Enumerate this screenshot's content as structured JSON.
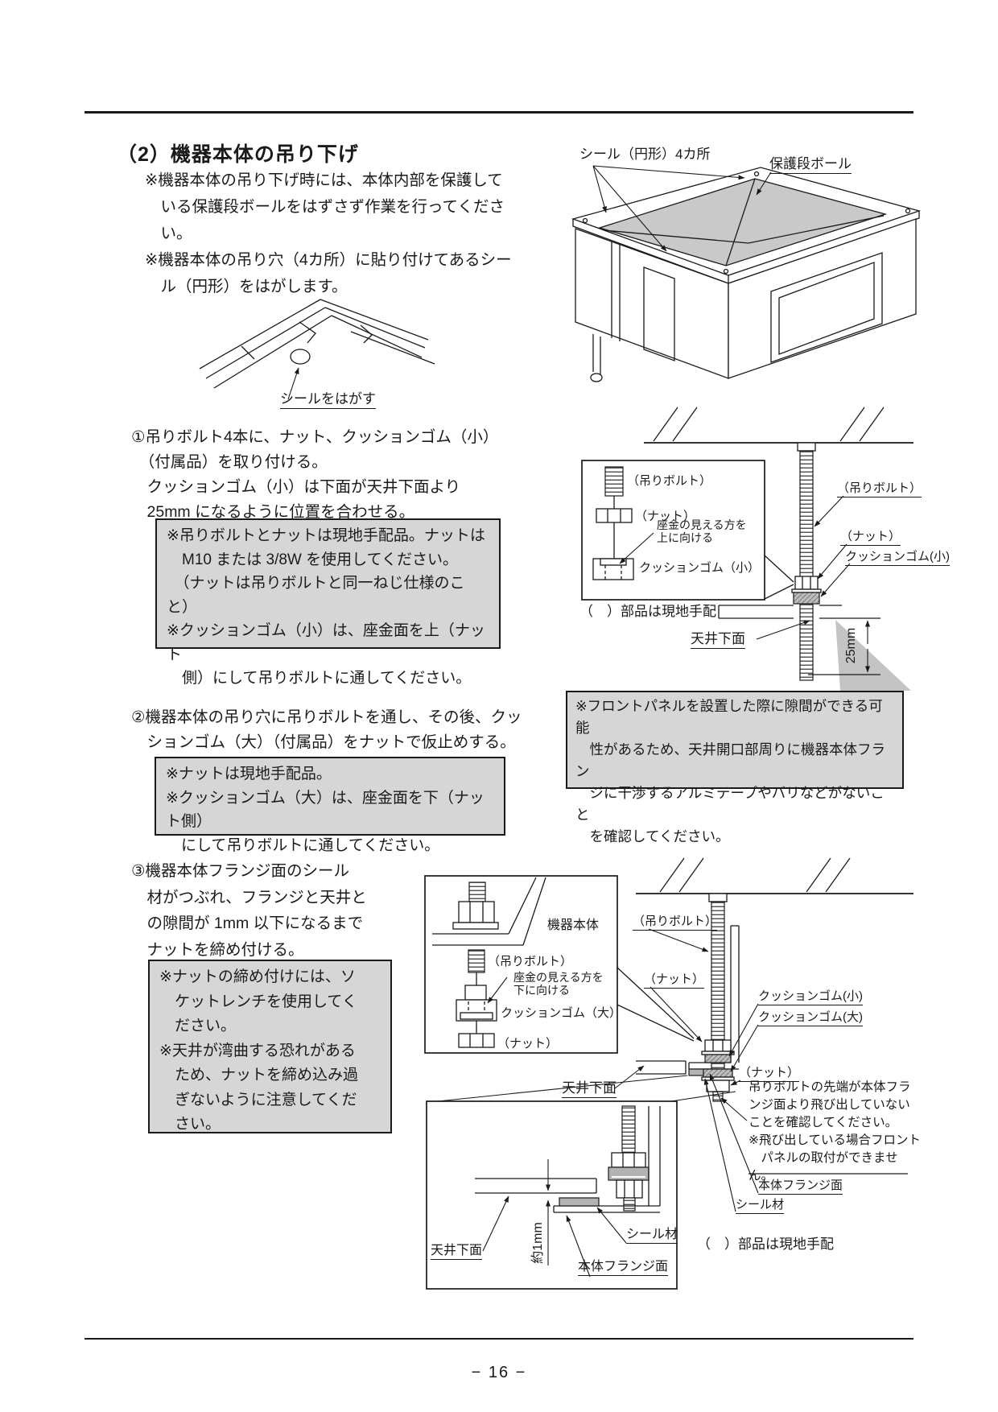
{
  "page": {
    "heading": "（2）機器本体の吊り下げ",
    "intro": "※機器本体の吊り下げ時には、本体内部を保護して\n　いる保護段ボールをはずさず作業を行ってくださ\n　い。\n※機器本体の吊り穴（4カ所）に貼り付けてあるシー\n　ル（円形）をはがします。",
    "page_number": "− 16 −"
  },
  "steps": {
    "step1": {
      "text": "①吊りボルト4本に、ナット、クッションゴム（小）\n　（付属品）を取り付ける。\n　クッションゴム（小）は下面が天井下面より\n　25mm になるように位置を合わせる。",
      "note": "※吊りボルトとナットは現地手配品。ナットは\n　M10 または 3/8W を使用してください。\n　（ナットは吊りボルトと同一ねじ仕様のこと）\n※クッションゴム（小）は、座金面を上（ナット\n　側）にして吊りボルトに通してください。"
    },
    "step2": {
      "text": "②機器本体の吊り穴に吊りボルトを通し、その後、クッ\n　ションゴム（大）（付属品）をナットで仮止めする。",
      "note": "※ナットは現地手配品。\n※クッションゴム（大）は、座金面を下（ナット側）\n　にして吊りボルトに通してください。"
    },
    "step3": {
      "text": "③機器本体フランジ面のシール\n　材がつぶれ、フランジと天井と\n　の隙間が 1mm 以下になるまで\n　ナットを締め付ける。",
      "note": "※ナットの締め付けには、ソ\n　ケットレンチを使用してく\n　ださい。\n※天井が湾曲する恐れがある\n　ため、ナットを締め込み過\n　ぎないように注意してくだ\n　さい。"
    }
  },
  "warning_note": "※フロントパネルを設置した際に隙間ができる可能\n　性があるため、天井開口部周りに機器本体フラン\n　ジに干渉するアルミテープやバリなどがないこと\n　を確認してください。",
  "fig_unit": {
    "seal_label": "シール（円形）4カ所",
    "cardboard_label": "保護段ボール"
  },
  "fig_peel": {
    "label": "シールをはがす"
  },
  "fig_step1_box": {
    "bolt": "（吊りボルト）",
    "nut": "（ナット）",
    "washer_note": "座金の見える方を\n上に向ける",
    "cushion_small": "クッションゴム（小）",
    "parts_note": "（　）部品は現地手配"
  },
  "fig_step1": {
    "bolt": "（吊りボルト）",
    "nut": "（ナット）",
    "cushion_small": "クッションゴム(小)",
    "ceiling": "天井下面",
    "dim": "25mm"
  },
  "fig_step3_box": {
    "unit": "機器本体",
    "bolt": "（吊りボルト）",
    "washer_note": "座金の見える方を\n下に向ける",
    "cushion_large": "クッションゴム（大）",
    "nut": "（ナット）"
  },
  "fig_step3": {
    "bolt": "（吊りボルト）",
    "nut_top": "（ナット）",
    "cushion_small": "クッションゴム(小)",
    "cushion_large": "クッションゴム(大)",
    "nut_bottom": "（ナット）",
    "ceiling": "天井下面",
    "tip_note": "吊りボルトの先端が本体フラ\nンジ面より飛び出していない\nことを確認してください。\n※飛び出している場合フロント\n　パネルの取付ができません。",
    "flange": "本体フランジ面",
    "seal": "シール材",
    "parts_note": "（　）部品は現地手配"
  },
  "fig_detail": {
    "ceiling": "天井下面",
    "dim": "約1mm",
    "seal": "シール材",
    "flange": "本体フランジ面"
  },
  "colors": {
    "note_bg": "#d6d6d6",
    "cardboard": "#c9c9c9",
    "cushion_gray": "#b3b3b3",
    "callout_gray": "#c4c4c4"
  }
}
